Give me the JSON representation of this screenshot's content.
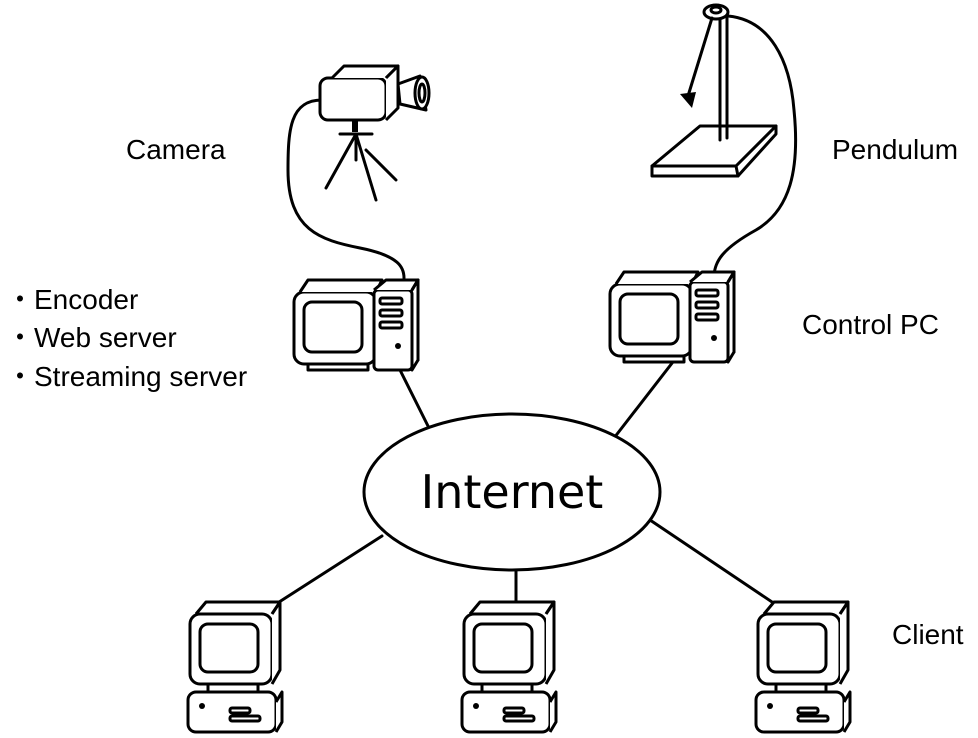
{
  "labels": {
    "camera": "Camera",
    "pendulum": "Pendulum",
    "control_pc": "Control PC",
    "client": "Client",
    "internet": "Internet"
  },
  "server_roles": [
    "・Encoder",
    "・Web server",
    "・Streaming server"
  ],
  "colors": {
    "line": "#000000",
    "background": "#ffffff"
  }
}
